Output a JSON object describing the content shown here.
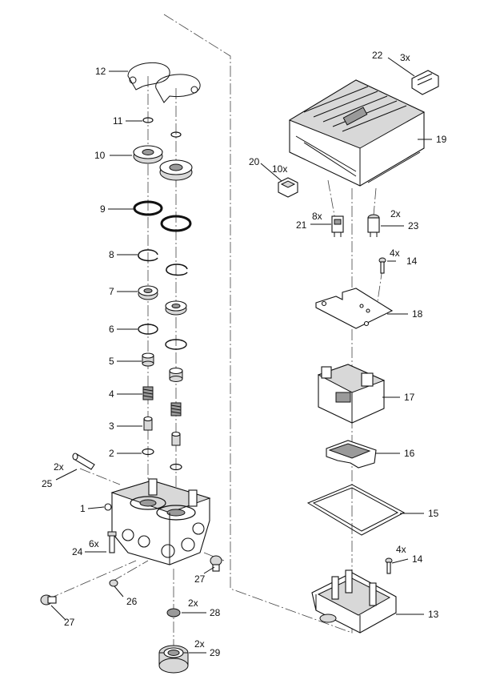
{
  "callouts": [
    {
      "id": "c12",
      "num": "12",
      "qty": ""
    },
    {
      "id": "c11",
      "num": "11",
      "qty": ""
    },
    {
      "id": "c10",
      "num": "10",
      "qty": ""
    },
    {
      "id": "c9",
      "num": "9",
      "qty": ""
    },
    {
      "id": "c8",
      "num": "8",
      "qty": ""
    },
    {
      "id": "c7",
      "num": "7",
      "qty": ""
    },
    {
      "id": "c6",
      "num": "6",
      "qty": ""
    },
    {
      "id": "c5",
      "num": "5",
      "qty": ""
    },
    {
      "id": "c4",
      "num": "4",
      "qty": ""
    },
    {
      "id": "c3",
      "num": "3",
      "qty": ""
    },
    {
      "id": "c2",
      "num": "2",
      "qty": ""
    },
    {
      "id": "c25",
      "num": "25",
      "qty": "2x"
    },
    {
      "id": "c1",
      "num": "1",
      "qty": ""
    },
    {
      "id": "c24",
      "num": "24",
      "qty": "6x"
    },
    {
      "id": "c27a",
      "num": "27",
      "qty": ""
    },
    {
      "id": "c26",
      "num": "26",
      "qty": ""
    },
    {
      "id": "c27b",
      "num": "27",
      "qty": ""
    },
    {
      "id": "c28",
      "num": "28",
      "qty": "2x"
    },
    {
      "id": "c29",
      "num": "29",
      "qty": "2x"
    },
    {
      "id": "c22",
      "num": "22",
      "qty": "3x"
    },
    {
      "id": "c19",
      "num": "19",
      "qty": ""
    },
    {
      "id": "c20",
      "num": "20",
      "qty": "10x"
    },
    {
      "id": "c21",
      "num": "21",
      "qty": "8x"
    },
    {
      "id": "c23",
      "num": "23",
      "qty": "2x"
    },
    {
      "id": "c14a",
      "num": "14",
      "qty": "4x"
    },
    {
      "id": "c18",
      "num": "18",
      "qty": ""
    },
    {
      "id": "c17",
      "num": "17",
      "qty": ""
    },
    {
      "id": "c16",
      "num": "16",
      "qty": ""
    },
    {
      "id": "c15",
      "num": "15",
      "qty": ""
    },
    {
      "id": "c14b",
      "num": "14",
      "qty": "4x"
    },
    {
      "id": "c13",
      "num": "13",
      "qty": ""
    }
  ]
}
